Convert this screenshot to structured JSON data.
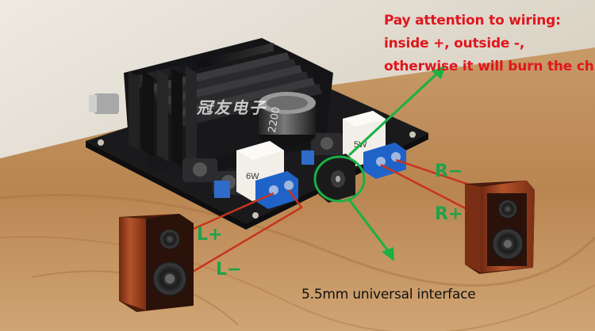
{
  "warning": {
    "line1": "Pay attention to wiring:",
    "line2": "inside +, outside -,",
    "line3": "otherwise it will burn the chip!"
  },
  "labels": {
    "left_positive": "L+",
    "left_negative": "L−",
    "right_negative": "R−",
    "right_positive": "R+"
  },
  "caption": "5.5mm universal interface",
  "watermark": "冠友电子",
  "board_markings": {
    "resistor_left": "6W",
    "resistor_right": "5W",
    "capacitor": "2200"
  },
  "colors": {
    "text_red": "#e0161e",
    "label_green": "#1ea24a",
    "wire_red": "#c8341e",
    "terminal_blue": "#1f63c9",
    "heatsink": "#1b1b1d",
    "board": "#1a1a1c",
    "wood_speaker": "#9a3d1e"
  }
}
